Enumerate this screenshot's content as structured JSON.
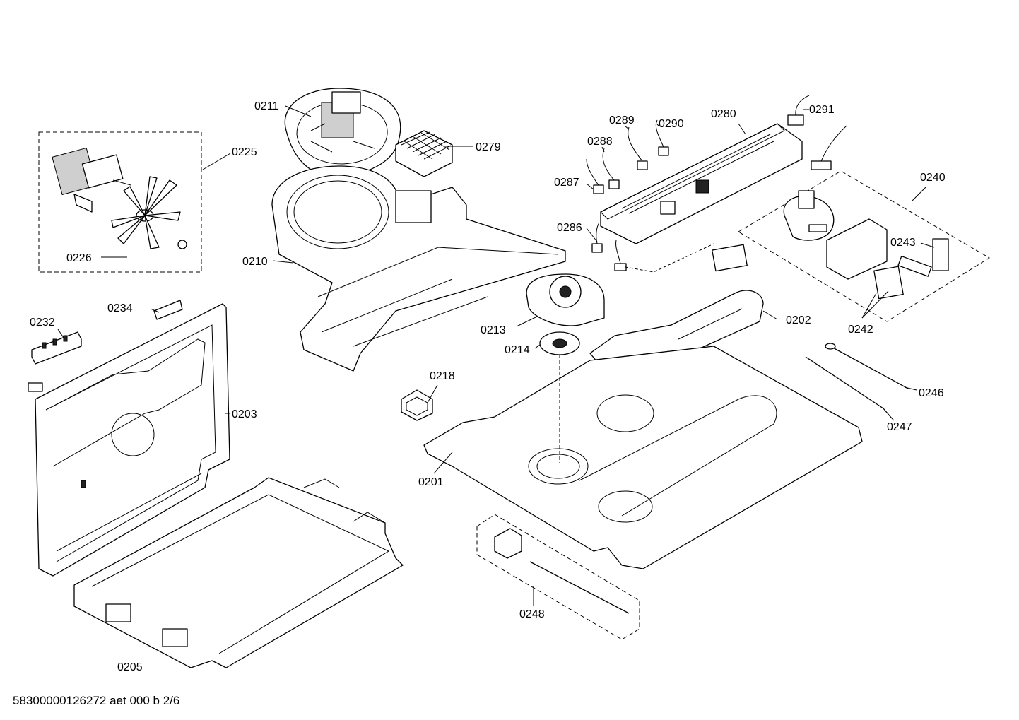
{
  "document_ref": "58300000126272 aet 000 b 2/6",
  "parts": {
    "p0201": "0201",
    "p0202": "0202",
    "p0203": "0203",
    "p0205": "0205",
    "p0210": "0210",
    "p0211": "0211",
    "p0213": "0213",
    "p0214": "0214",
    "p0218": "0218",
    "p0225": "0225",
    "p0226": "0226",
    "p0232": "0232",
    "p0234": "0234",
    "p0240": "0240",
    "p0242": "0242",
    "p0243": "0243",
    "p0246": "0246",
    "p0247": "0247",
    "p0248": "0248",
    "p0279": "0279",
    "p0280": "0280",
    "p0286": "0286",
    "p0287": "0287",
    "p0288": "0288",
    "p0289": "0289",
    "p0290": "0290",
    "p0291": "0291"
  }
}
